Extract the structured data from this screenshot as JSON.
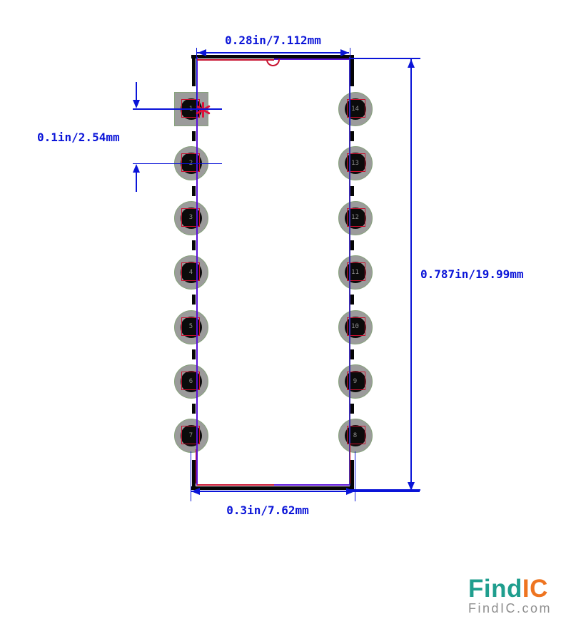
{
  "diagram": {
    "dimensions": {
      "top": "0.28in/7.112mm",
      "left_pitch": "0.1in/2.54mm",
      "right": "0.787in/19.99mm",
      "bottom": "0.3in/7.62mm"
    },
    "pads": {
      "left": [
        "1",
        "2",
        "3",
        "4",
        "5",
        "6",
        "7"
      ],
      "right": [
        "14",
        "13",
        "12",
        "11",
        "10",
        "9",
        "8"
      ]
    },
    "pin1_marker": "*"
  },
  "logo": {
    "find": "Find",
    "ic": "IC",
    "domain": "FindIC.com"
  },
  "colors": {
    "dimension_blue": "#0a14d8",
    "fab_red": "#c8102e",
    "body_violet": "#5a10d8",
    "silk_black": "#050505",
    "pad_gray": "#9b9b9b",
    "hole_black": "#0b0b0b",
    "logo_teal": "#1f9e8e",
    "logo_orange": "#ee7420",
    "logo_gray": "#8e8e8e"
  }
}
